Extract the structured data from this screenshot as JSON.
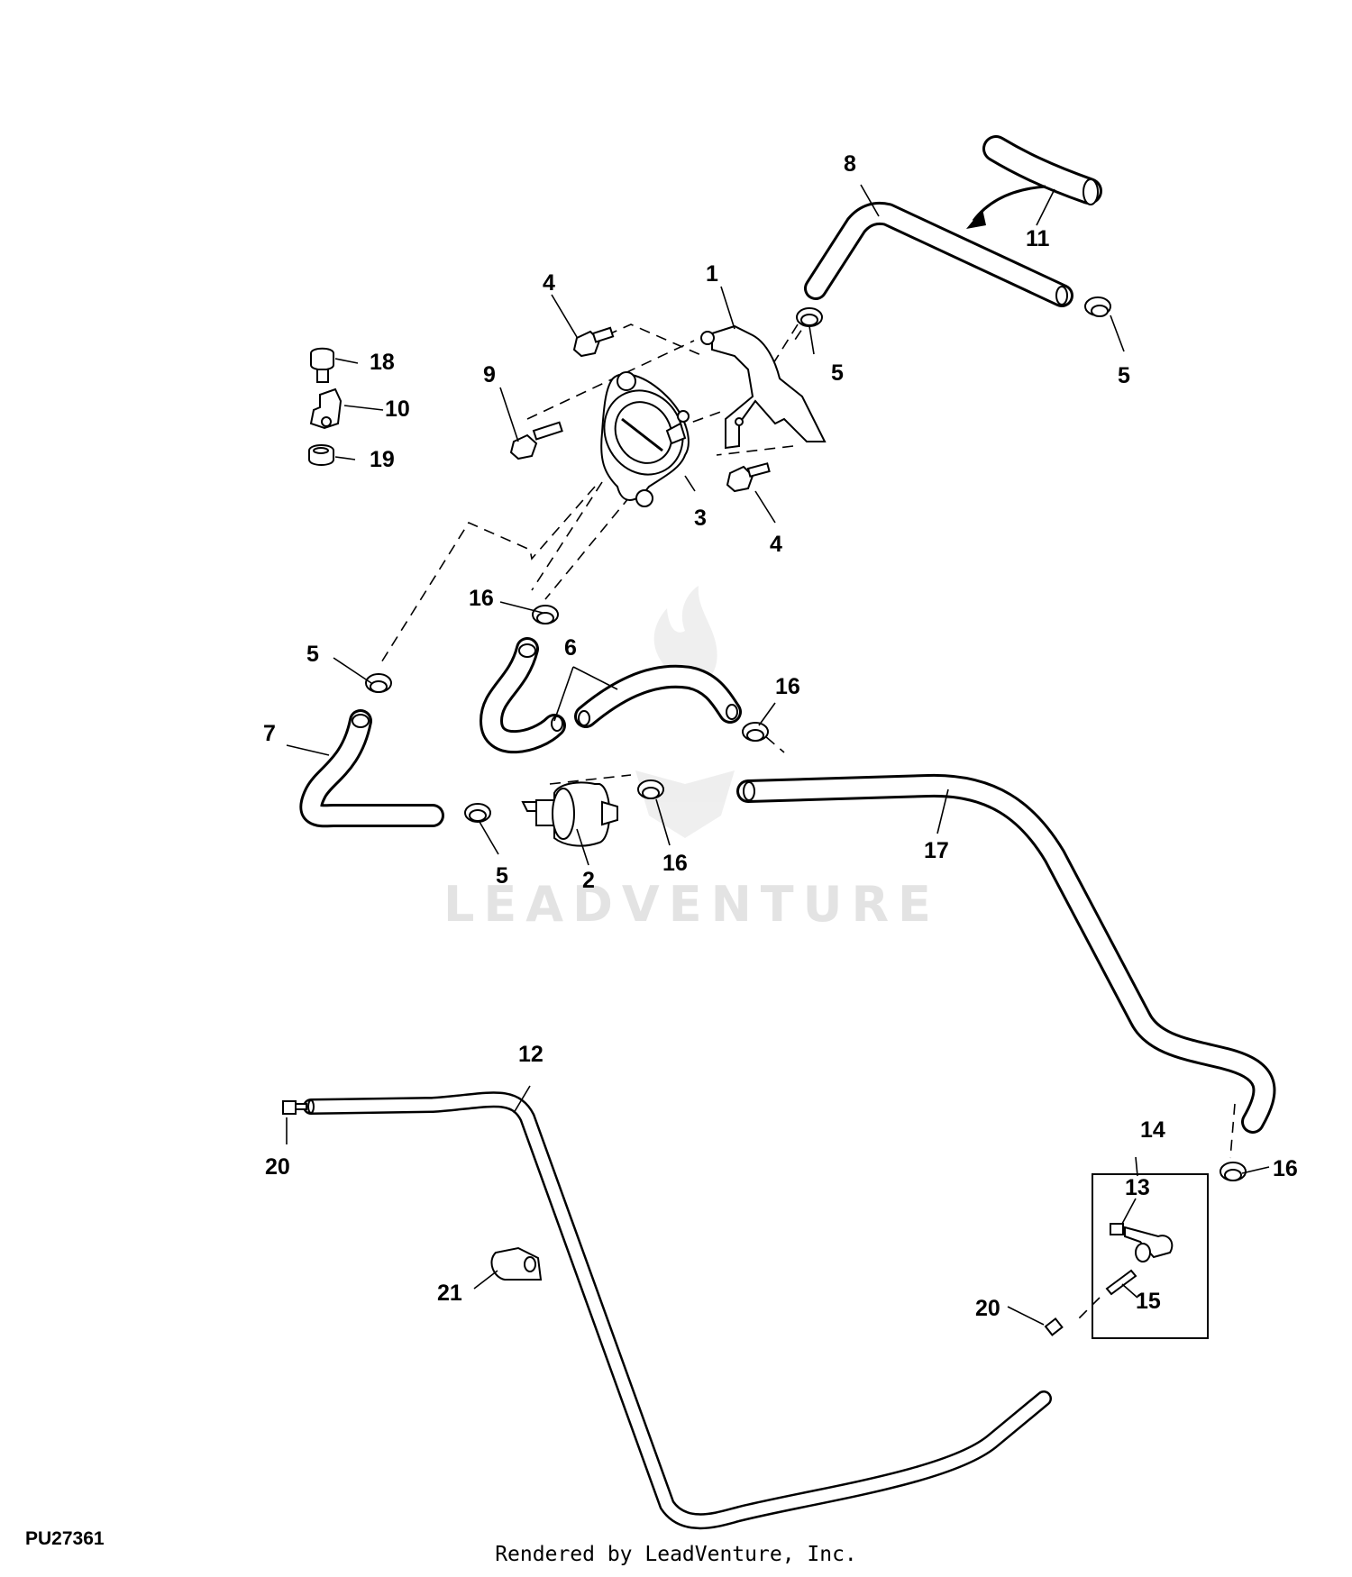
{
  "figure": {
    "id": "PU27361",
    "credit": "Rendered by LeadVenture, Inc.",
    "watermark": "LEADVENTURE"
  },
  "callouts": {
    "c1": "1",
    "c2": "2",
    "c3": "3",
    "c4a": "4",
    "c4b": "4",
    "c5a": "5",
    "c5b": "5",
    "c5c": "5",
    "c5d": "5",
    "c6": "6",
    "c7": "7",
    "c8": "8",
    "c9": "9",
    "c10": "10",
    "c11": "11",
    "c12": "12",
    "c13": "13",
    "c14": "14",
    "c15": "15",
    "c16a": "16",
    "c16b": "16",
    "c16c": "16",
    "c16d": "16",
    "c17": "17",
    "c18": "18",
    "c19": "19",
    "c20a": "20",
    "c20b": "20",
    "c21": "21"
  }
}
